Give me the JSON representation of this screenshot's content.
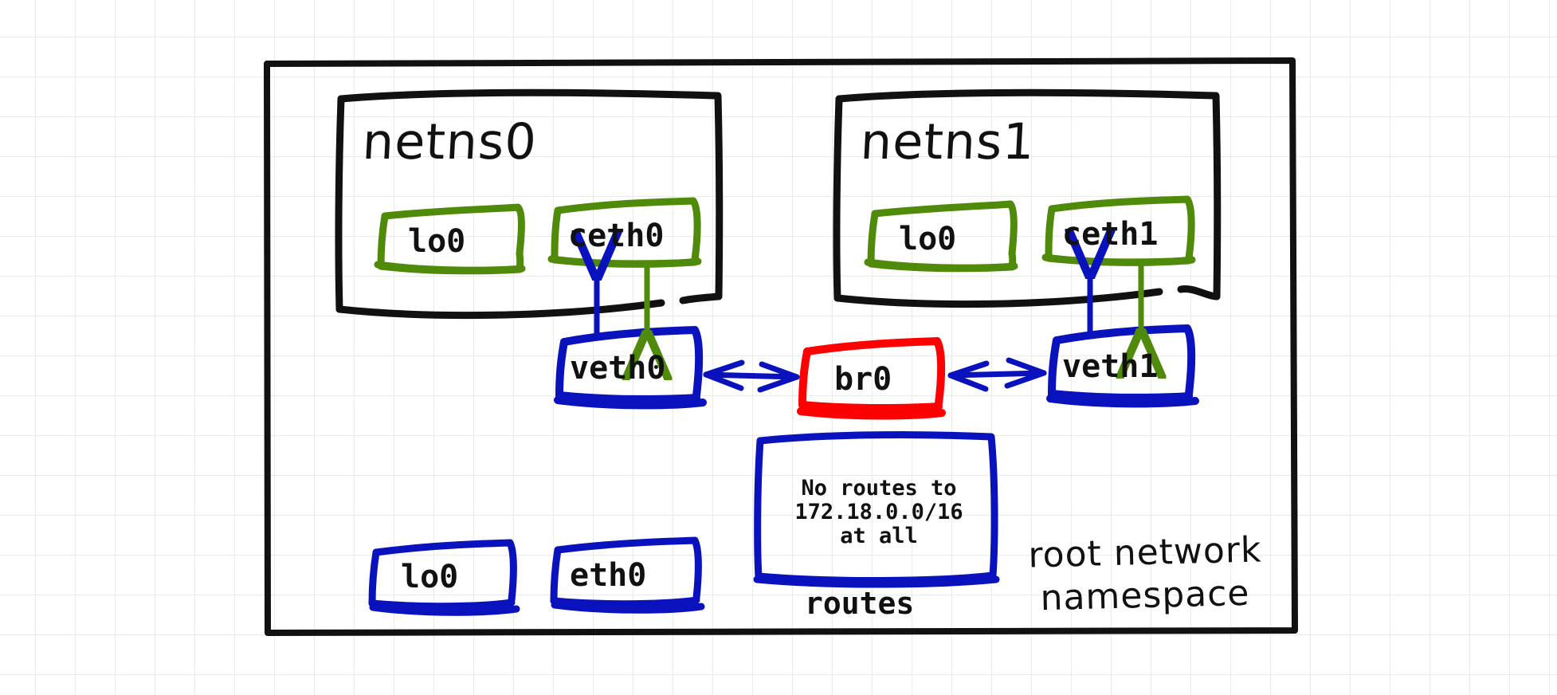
{
  "diagram": {
    "title": "Linux network namespaces with veth pairs and bridge",
    "colors": {
      "ink_black": "#111111",
      "green": "#4f8a0b",
      "blue": "#0a12be",
      "red": "#fe0000",
      "grid": "#eaeaea",
      "paper": "#ffffff"
    },
    "root_namespace": {
      "caption_line1": "root network",
      "caption_line2": "namespace"
    },
    "namespaces": [
      {
        "id": "netns0",
        "title": "netns0",
        "interfaces": [
          {
            "id": "lo0-netns0",
            "label": "lo0"
          },
          {
            "id": "ceth0",
            "label": "ceth0"
          }
        ]
      },
      {
        "id": "netns1",
        "title": "netns1",
        "interfaces": [
          {
            "id": "lo0-netns1",
            "label": "lo0"
          },
          {
            "id": "ceth1",
            "label": "ceth1"
          }
        ]
      }
    ],
    "root_interfaces": [
      {
        "id": "veth0",
        "label": "veth0"
      },
      {
        "id": "veth1",
        "label": "veth1"
      },
      {
        "id": "lo0-root",
        "label": "lo0"
      },
      {
        "id": "eth0-root",
        "label": "eth0"
      }
    ],
    "bridge": {
      "id": "br0",
      "label": "br0"
    },
    "routes": {
      "caption": "routes",
      "lines": [
        "No routes to",
        "172.18.0.0/16",
        "at all"
      ]
    },
    "links": [
      {
        "from": "veth0",
        "to": "ceth0",
        "kind": "veth-pair",
        "color": "mixed"
      },
      {
        "from": "veth1",
        "to": "ceth1",
        "kind": "veth-pair",
        "color": "mixed"
      },
      {
        "from": "veth0",
        "to": "br0",
        "kind": "bridge-port",
        "color": "blue"
      },
      {
        "from": "veth1",
        "to": "br0",
        "kind": "bridge-port",
        "color": "blue"
      }
    ]
  }
}
